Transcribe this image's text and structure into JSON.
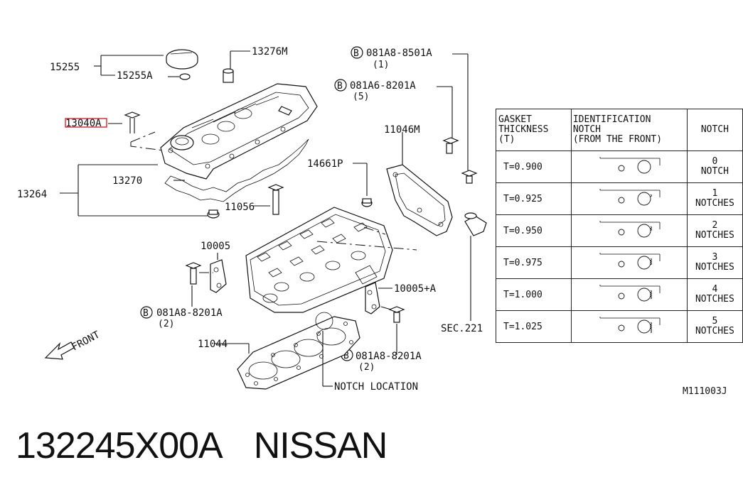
{
  "labels": {
    "p15255": "15255",
    "p15255a": "15255A",
    "p13276m": "13276M",
    "p13040a": "13040A",
    "p13270": "13270",
    "p13264": "13264",
    "p11056": "11056",
    "p10005": "10005",
    "p10005a": "10005+A",
    "p11044": "11044",
    "p14661p": "14661P",
    "p11046m": "11046M",
    "sec221": "SEC.221",
    "notch_location": "NOTCH LOCATION",
    "front": "FRONT",
    "bolt_letter": "B",
    "b1": "081A8-8501A",
    "b1q": "(1)",
    "b2": "081A6-8201A",
    "b2q": "(5)",
    "b3": "081A8-8201A",
    "b3q": "(2)",
    "b4": "081A8-8201A",
    "b4q": "(2)"
  },
  "table": {
    "headers": [
      "GASKET THICKNESS (T)",
      "IDENTIFICATION NOTCH (FROM THE FRONT)",
      "NOTCH"
    ],
    "header_lines": [
      [
        "GASKET",
        "THICKNESS",
        "(T)"
      ],
      [
        "IDENTIFICATION",
        "NOTCH",
        "(FROM THE FRONT)"
      ]
    ],
    "rows": [
      {
        "thickness": "T=0.900",
        "notch_count": "0",
        "notch_word": "NOTCH"
      },
      {
        "thickness": "T=0.925",
        "notch_count": "1",
        "notch_word": "NOTCHES"
      },
      {
        "thickness": "T=0.950",
        "notch_count": "2",
        "notch_word": "NOTCHES"
      },
      {
        "thickness": "T=0.975",
        "notch_count": "3",
        "notch_word": "NOTCHES"
      },
      {
        "thickness": "T=1.000",
        "notch_count": "4",
        "notch_word": "NOTCHES"
      },
      {
        "thickness": "T=1.025",
        "notch_count": "5",
        "notch_word": "NOTCHES"
      }
    ]
  },
  "figure_code": "M111003J",
  "part_number": "132245X00A",
  "brand": "NISSAN",
  "colors": {
    "highlight": "#e0202a",
    "ink": "#111111"
  }
}
